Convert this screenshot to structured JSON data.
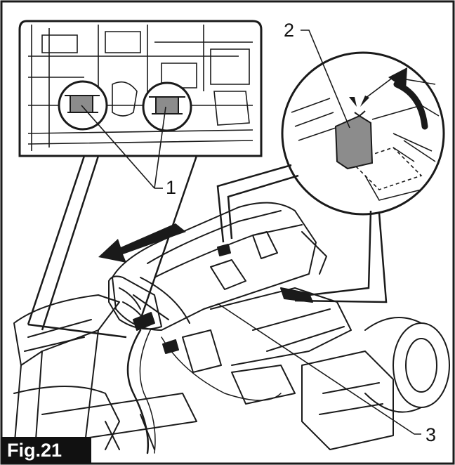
{
  "figure": {
    "label": "Fig.21",
    "callouts": {
      "one": "1",
      "two": "2",
      "three": "3"
    }
  },
  "colors": {
    "line": "#1a1a1a",
    "tab_fill": "#8c8c8c",
    "label_bg": "#111111",
    "label_text": "#ffffff"
  },
  "icons": {
    "direction_arrow": "arrow-left-down-icon",
    "rotation_arrow": "curved-arrow-icon",
    "press_marks": "press-indicator-icon"
  }
}
